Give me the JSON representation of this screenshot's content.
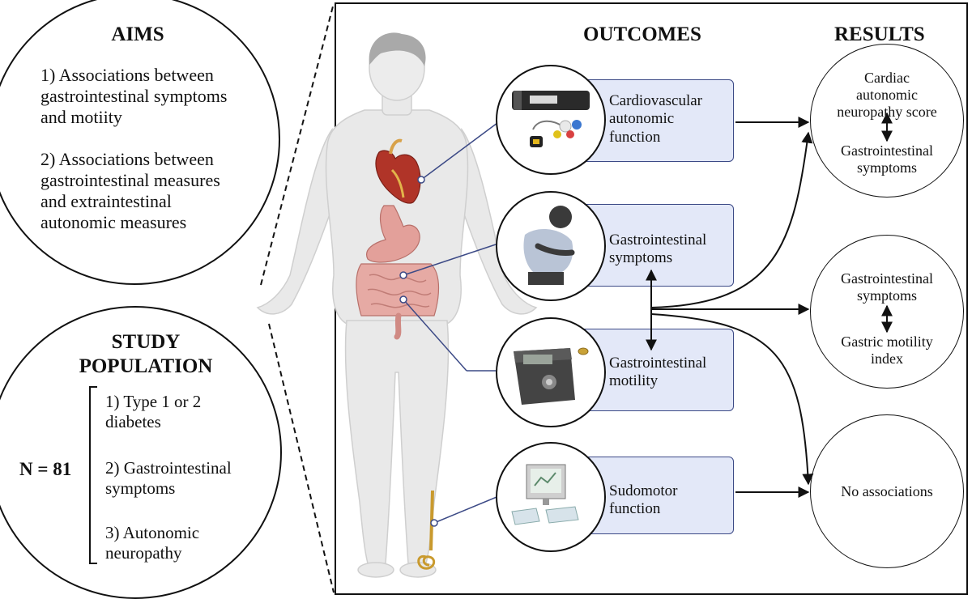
{
  "aims": {
    "heading": "AIMS",
    "item1": [
      "1) Associations between",
      "gastrointestinal symptoms",
      "and motiity"
    ],
    "item2": [
      "2) Associations between",
      "gastrointestinal measures",
      "and extraintestinal",
      "autonomic measures"
    ]
  },
  "population": {
    "heading": [
      "STUDY",
      "POPULATION"
    ],
    "n_label": "N = 81",
    "items": [
      [
        "1) Type 1 or 2",
        "diabetes"
      ],
      [
        "2) Gastrointestinal",
        "symptoms"
      ],
      [
        "3) Autonomic",
        "neuropathy"
      ]
    ]
  },
  "columns": {
    "outcomes": "OUTCOMES",
    "results": "RESULTS"
  },
  "outcomes": [
    {
      "icon": "ecg-holter-device-icon",
      "lines": [
        "Cardiovascular",
        "autonomic",
        "function"
      ]
    },
    {
      "icon": "person-abdominal-pain-icon",
      "lines": [
        "Gastrointestinal",
        "symptoms"
      ]
    },
    {
      "icon": "motility-capsule-receiver-icon",
      "lines": [
        "Gastrointestinal",
        "motility"
      ]
    },
    {
      "icon": "sudomotor-device-icon",
      "lines": [
        "Sudomotor",
        "function"
      ]
    }
  ],
  "results": [
    {
      "top": [
        "Cardiac",
        "autonomic",
        "neuropathy score"
      ],
      "bottom": [
        "Gastrointestinal",
        "symptoms"
      ]
    },
    {
      "top": [
        "Gastrointestinal",
        "symptoms"
      ],
      "bottom": [
        "Gastric motility",
        "index"
      ]
    },
    {
      "single": "No associations"
    }
  ],
  "colors": {
    "box_fill": "#e3e8f8",
    "box_border": "#3c4a86",
    "connector": "#3c4a86"
  }
}
